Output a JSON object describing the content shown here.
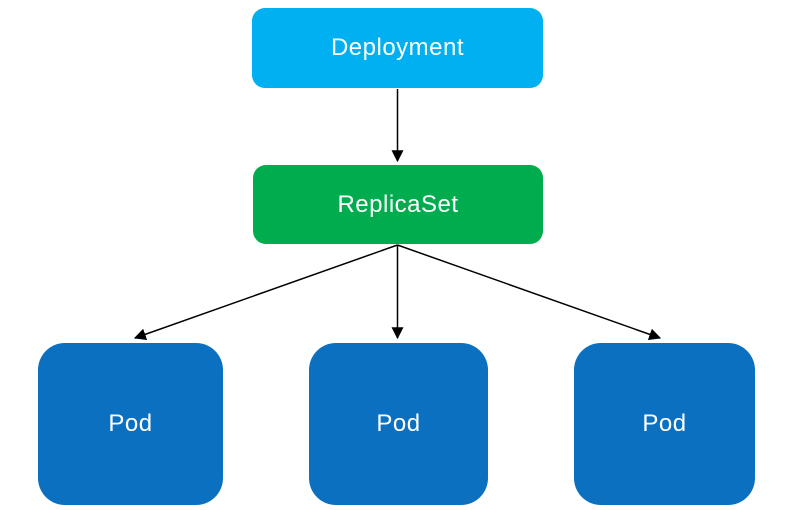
{
  "diagram": {
    "background": "#FFFFFF",
    "edge_color": "#000000",
    "nodes": {
      "deployment": {
        "label": "Deployment",
        "color": "#00B0F0",
        "shape": "rounded-rectangle"
      },
      "replicaset": {
        "label": "ReplicaSet",
        "color": "#00AC4E",
        "shape": "rounded-rectangle"
      },
      "pod1": {
        "label": "Pod",
        "color": "#0B70C0",
        "shape": "rounded-square"
      },
      "pod2": {
        "label": "Pod",
        "color": "#0B70C0",
        "shape": "rounded-square"
      },
      "pod3": {
        "label": "Pod",
        "color": "#0B70C0",
        "shape": "rounded-square"
      }
    },
    "edges": [
      {
        "from": "deployment",
        "to": "replicaset"
      },
      {
        "from": "replicaset",
        "to": "pod1"
      },
      {
        "from": "replicaset",
        "to": "pod2"
      },
      {
        "from": "replicaset",
        "to": "pod3"
      }
    ]
  }
}
